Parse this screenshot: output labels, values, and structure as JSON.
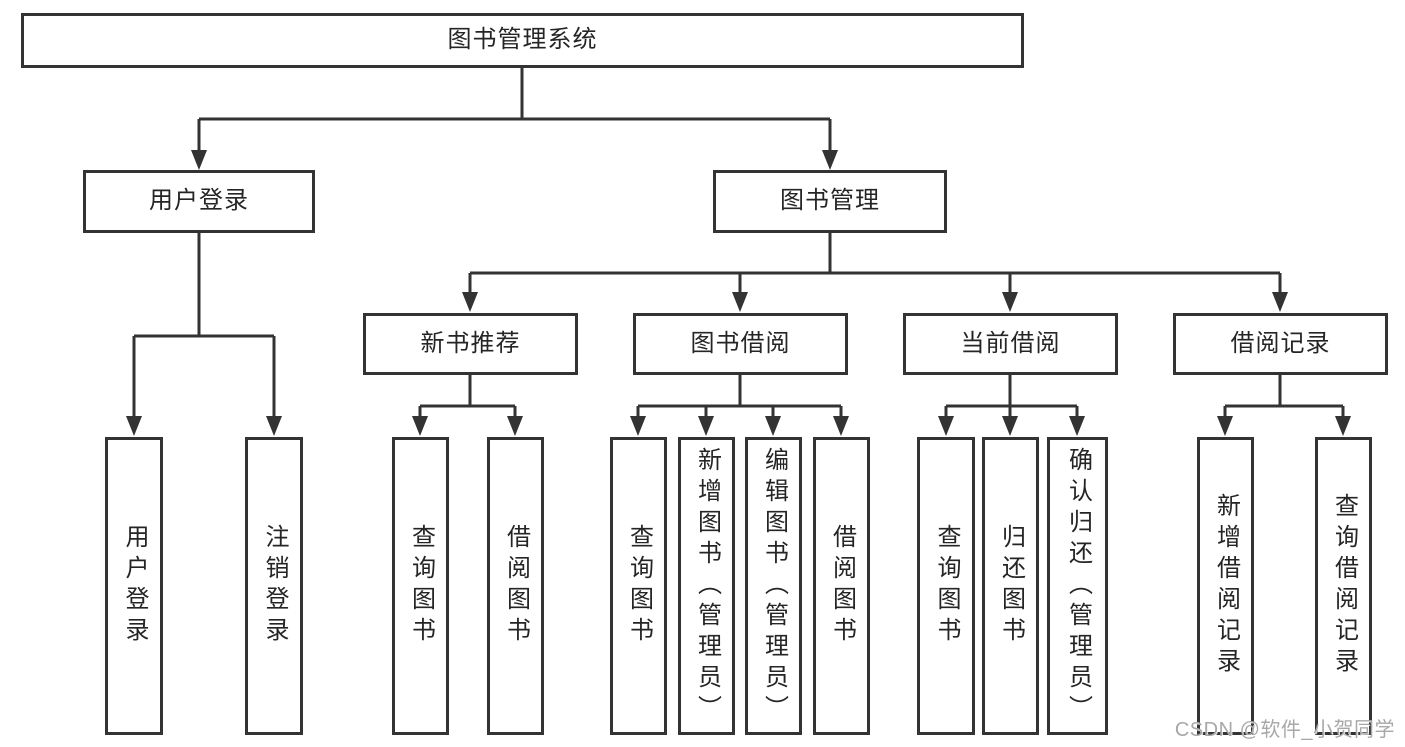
{
  "diagram_title": "图书管理系统",
  "tree": {
    "root": "图书管理系统",
    "branches": [
      {
        "label": "用户登录",
        "children": [
          "用户登录",
          "注销登录"
        ]
      },
      {
        "label": "图书管理",
        "children": [
          {
            "label": "新书推荐",
            "children": [
              "查询图书",
              "借阅图书"
            ]
          },
          {
            "label": "图书借阅",
            "children": [
              "查询图书",
              "新增图书（管理员）",
              "编辑图书（管理员）",
              "借阅图书"
            ]
          },
          {
            "label": "当前借阅",
            "children": [
              "查询图书",
              "归还图书",
              "确认归还（管理员）"
            ]
          },
          {
            "label": "借阅记录",
            "children": [
              "新增借阅记录",
              "查询借阅记录"
            ]
          }
        ]
      }
    ]
  },
  "watermark": {
    "text": "CSDN @软件_小贺同学"
  },
  "colors": {
    "line": "#333333",
    "text": "#252525",
    "watermark": "#a8a8a8",
    "background": "#ffffff"
  }
}
